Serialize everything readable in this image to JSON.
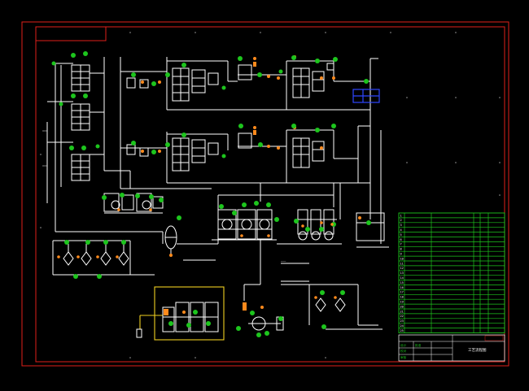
{
  "title_block": {
    "drawing_title": "工艺流程图",
    "fields": [
      "设计",
      "校对",
      "审核",
      "批准"
    ]
  },
  "equipment_list": {
    "rows": [
      {
        "no": "1",
        "name": "",
        "spec": ""
      },
      {
        "no": "2",
        "name": "",
        "spec": ""
      },
      {
        "no": "3",
        "name": "",
        "spec": ""
      },
      {
        "no": "4",
        "name": "",
        "spec": ""
      },
      {
        "no": "5",
        "name": "",
        "spec": ""
      },
      {
        "no": "6",
        "name": "",
        "spec": ""
      },
      {
        "no": "7",
        "name": "",
        "spec": ""
      },
      {
        "no": "8",
        "name": "",
        "spec": ""
      },
      {
        "no": "9",
        "name": "",
        "spec": ""
      },
      {
        "no": "10",
        "name": "",
        "spec": ""
      },
      {
        "no": "11",
        "name": "",
        "spec": ""
      },
      {
        "no": "12",
        "name": "",
        "spec": ""
      },
      {
        "no": "13",
        "name": "",
        "spec": ""
      },
      {
        "no": "14",
        "name": "",
        "spec": ""
      },
      {
        "no": "15",
        "name": "",
        "spec": ""
      },
      {
        "no": "16",
        "name": "",
        "spec": ""
      },
      {
        "no": "17",
        "name": "",
        "spec": ""
      },
      {
        "no": "18",
        "name": "",
        "spec": ""
      },
      {
        "no": "19",
        "name": "",
        "spec": ""
      },
      {
        "no": "20",
        "name": "",
        "spec": ""
      },
      {
        "no": "21",
        "name": "",
        "spec": ""
      },
      {
        "no": "22",
        "name": "",
        "spec": ""
      },
      {
        "no": "23",
        "name": "",
        "spec": ""
      },
      {
        "no": "24",
        "name": "",
        "spec": ""
      },
      {
        "no": "25",
        "name": "",
        "spec": ""
      }
    ]
  },
  "colors": {
    "background": "#000000",
    "frame": "#e0201a",
    "process_lines": "#ffffff",
    "equipment_tags": "#1dc51d",
    "valves": "#ff8a1c",
    "highlight_box": "#f0d020",
    "selection_box": "#2f47ff"
  }
}
